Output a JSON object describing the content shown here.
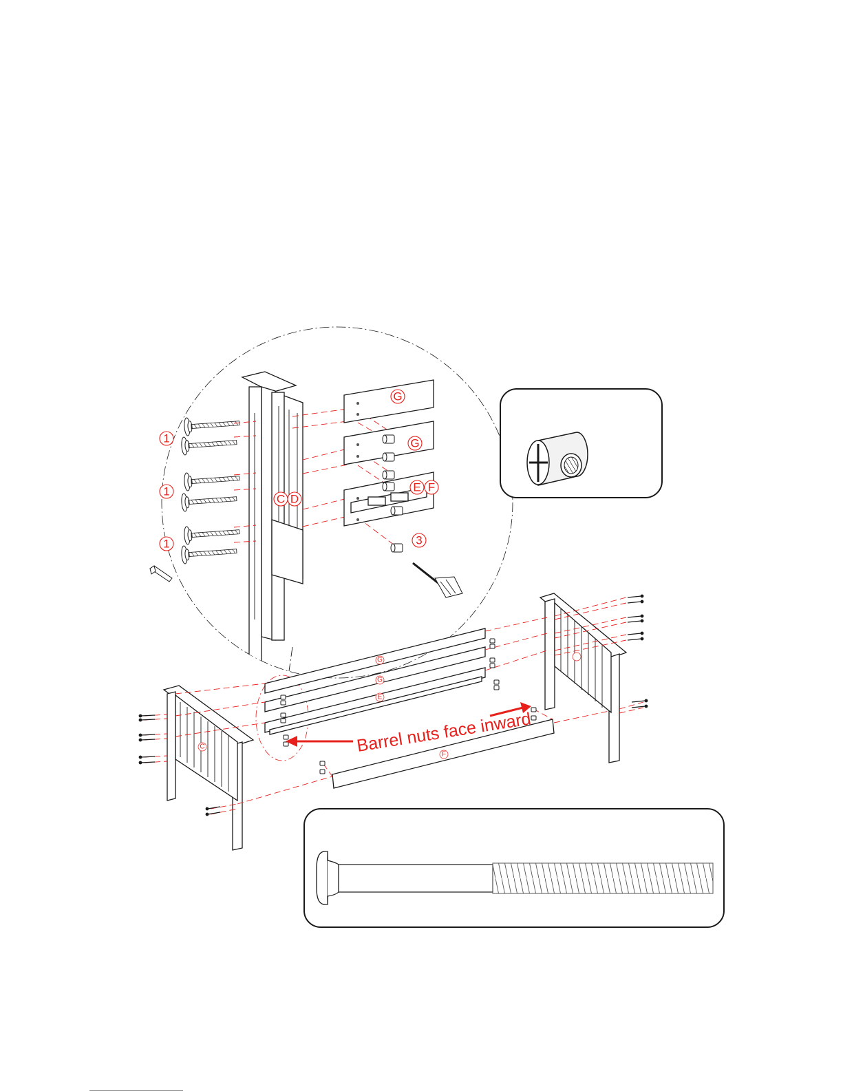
{
  "diagram": {
    "part_labels": {
      "c": "C",
      "d": "D",
      "e": "E",
      "f": "F",
      "g": "G"
    },
    "hardware_labels": {
      "bolt": "1",
      "barrel_nut": "3"
    },
    "note": "Barrel nuts face inward",
    "colors": {
      "annotation": "#e8201c",
      "line": "#1a1a1a",
      "background": "#ffffff"
    },
    "icons": {
      "allen_key": "hex-key-icon",
      "screwdriver": "screwdriver-icon",
      "barrel_nut": "barrel-nut-icon",
      "bolt": "bolt-icon"
    }
  }
}
